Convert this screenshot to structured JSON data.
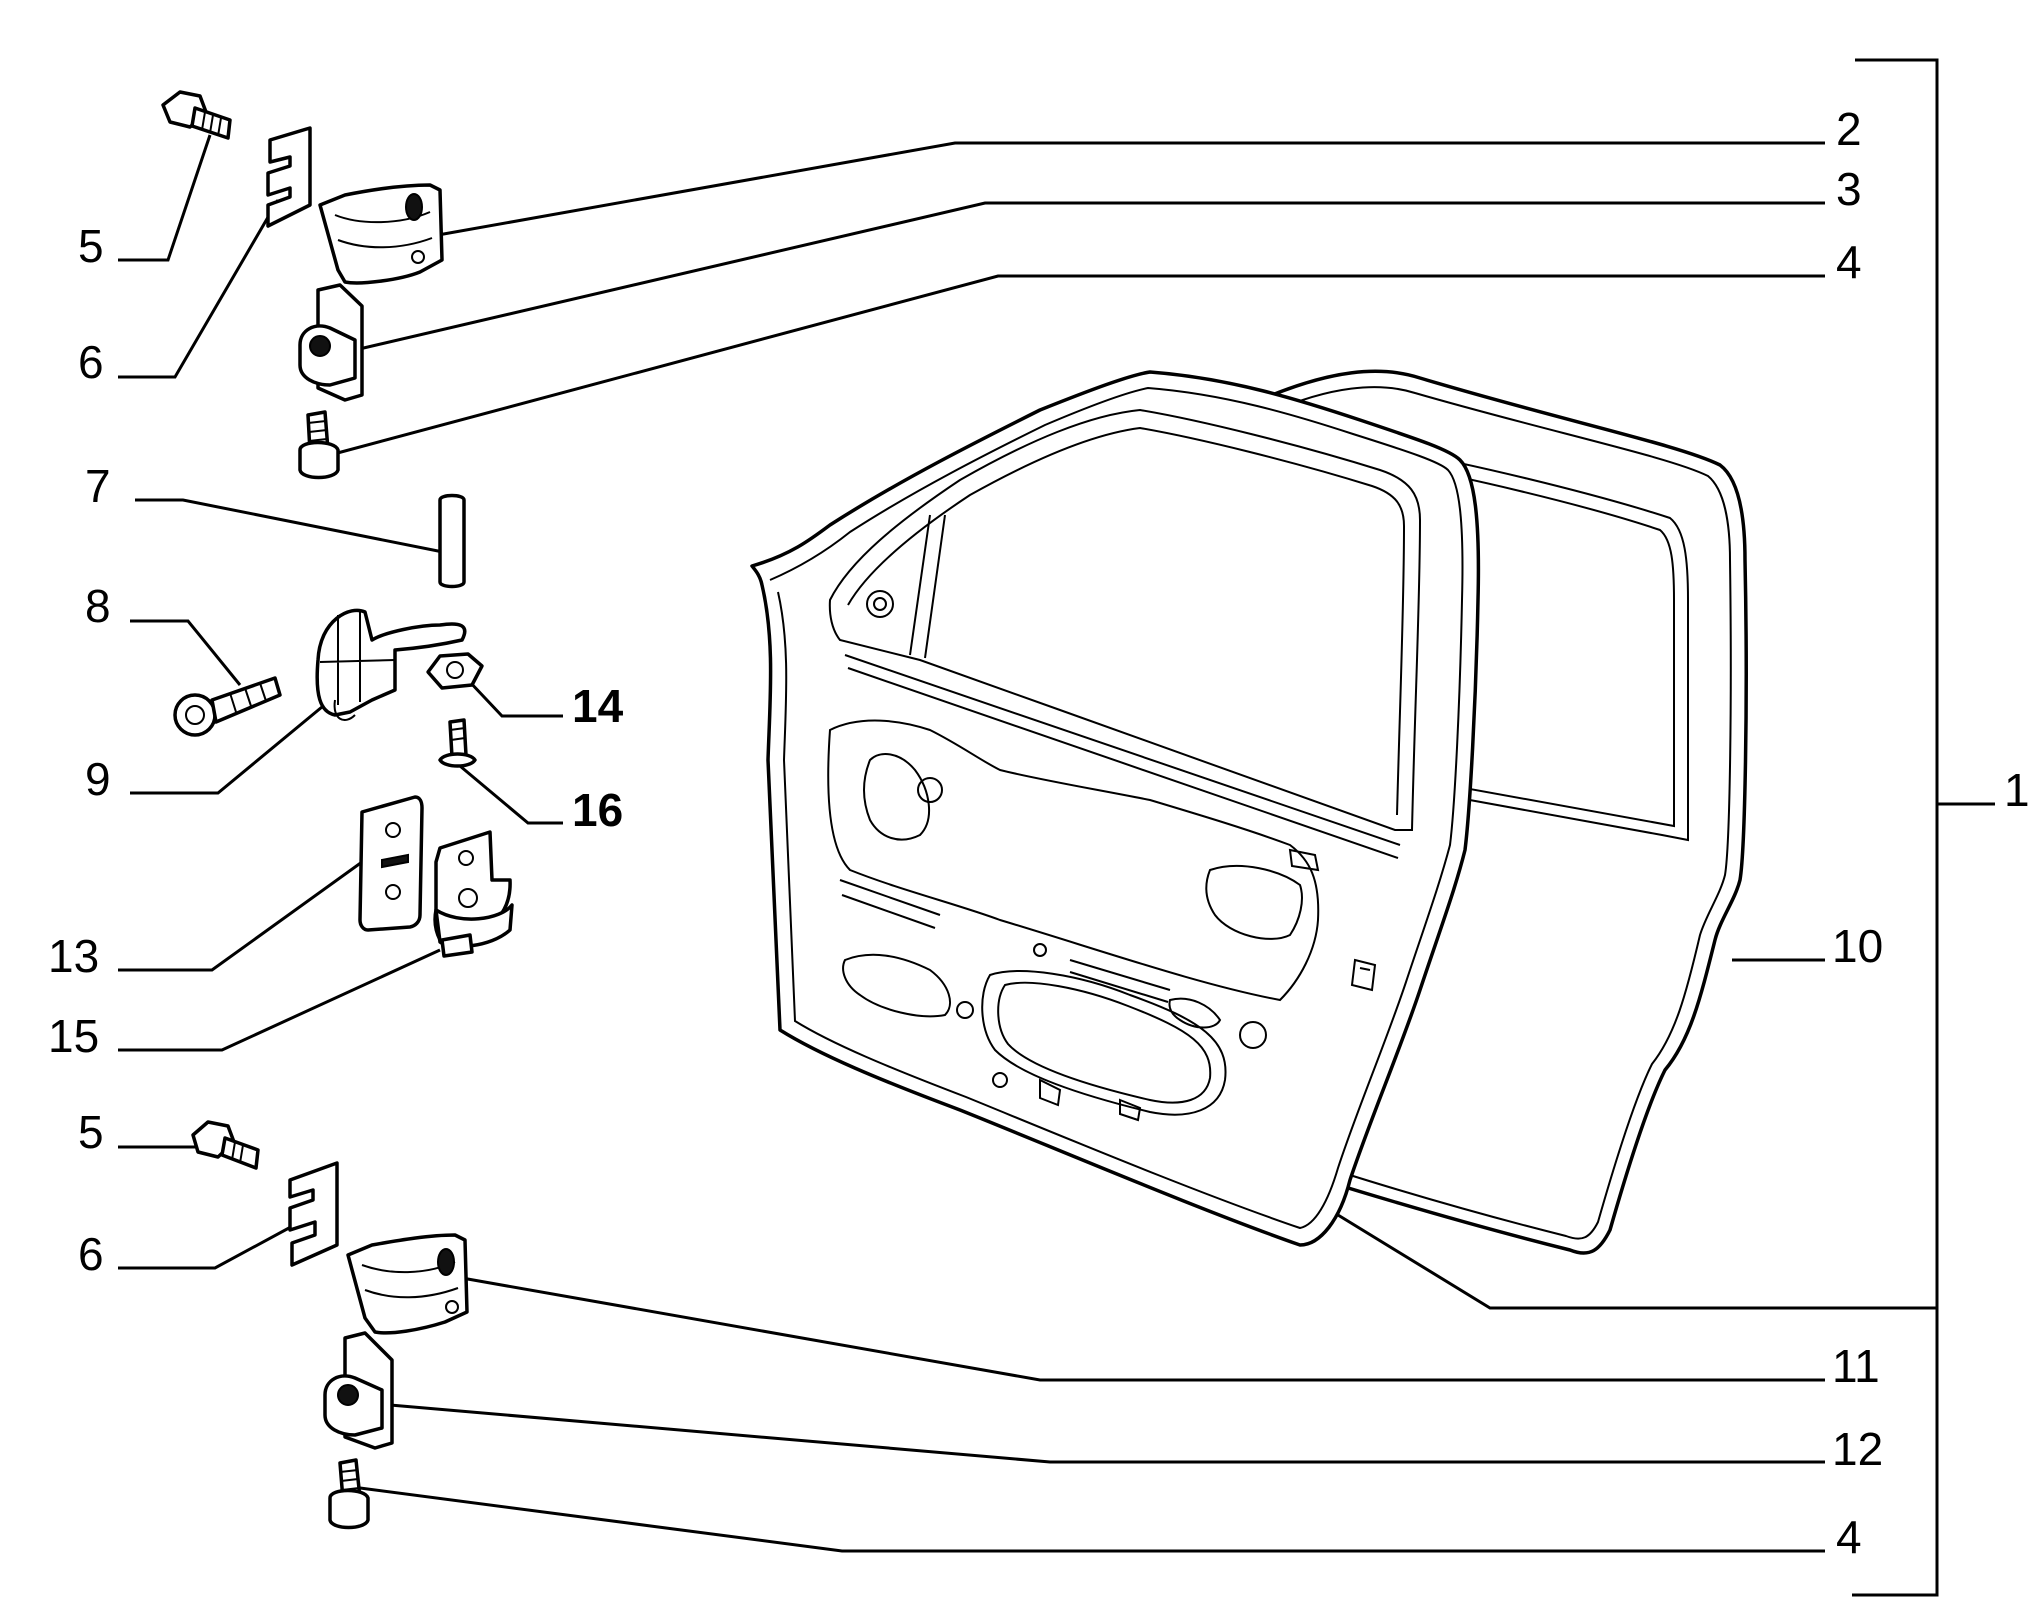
{
  "labels": {
    "l1": "1",
    "l2": "2",
    "l3": "3",
    "l4_top": "4",
    "l4_bottom": "4",
    "l5_top": "5",
    "l5_bottom": "5",
    "l6_top": "6",
    "l6_bottom": "6",
    "l7": "7",
    "l8": "8",
    "l9": "9",
    "l10": "10",
    "l11": "11",
    "l12": "12",
    "l13": "13",
    "l14": "14",
    "l15": "15",
    "l16": "16"
  }
}
